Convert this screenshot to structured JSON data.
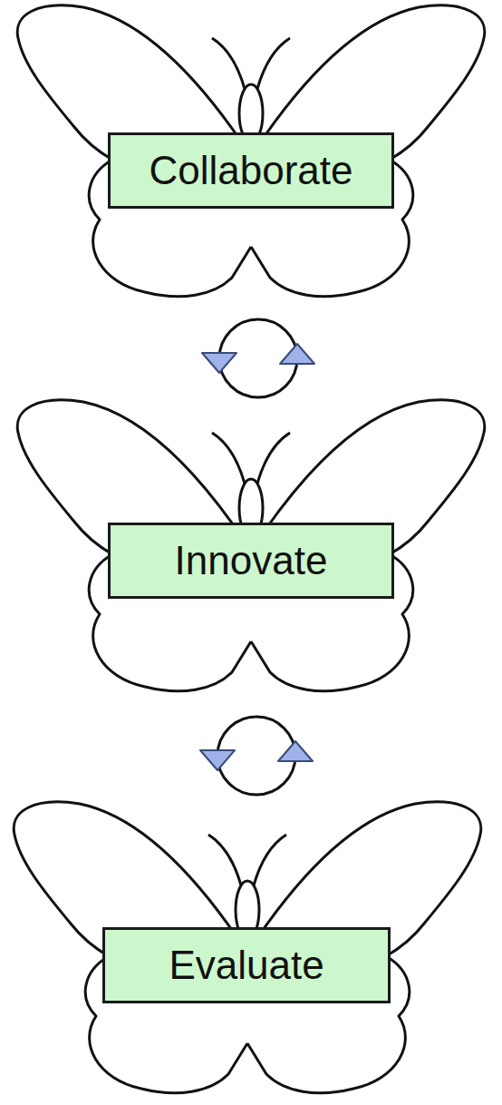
{
  "diagram": {
    "nodes": [
      {
        "text": [
          "Collaborate"
        ]
      },
      {
        "text": [
          "Innovate"
        ]
      },
      {
        "text": [
          "Evaluate"
        ]
      }
    ]
  }
}
